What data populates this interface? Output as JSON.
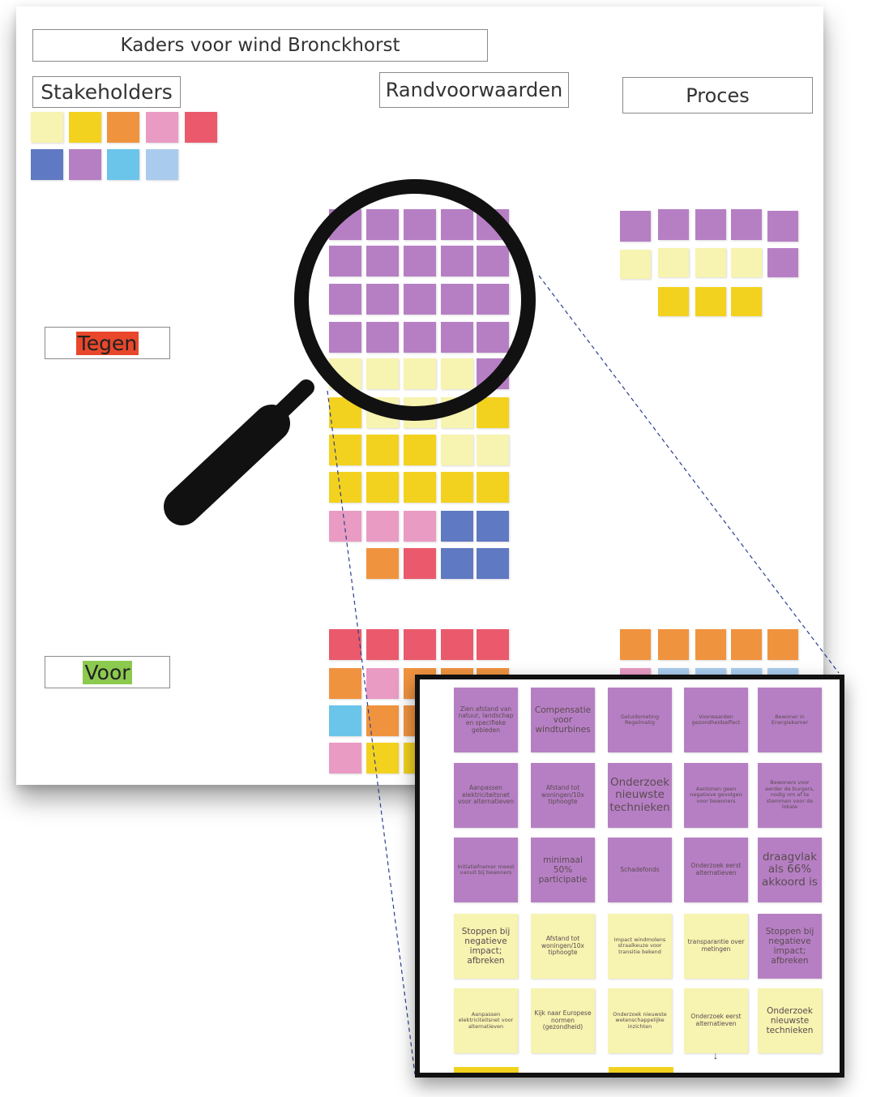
{
  "board": {
    "title": "Kaders voor wind Bronckhorst",
    "sections": {
      "stakeholders": "Stakeholders",
      "randvoorwaarden": "Randvoorwaarden",
      "proces": "Proces"
    },
    "rows": {
      "tegen": "Tegen",
      "voor": "Voor"
    }
  },
  "colors": {
    "purple": "#b67fc4",
    "yellow": "#f3d21f",
    "light_yellow": "#f7f3b0",
    "orange": "#f0933f",
    "pink": "#e99bc4",
    "red": "#ea5a6c",
    "blue": "#5f79c2",
    "light_blue": "#6bc4ea",
    "pale_blue": "#a9ccee",
    "tegen_highlight": "#e8472c",
    "voor_highlight": "#8cc94f"
  },
  "zoom_notes": [
    [
      "Zien afstand van natuur, landschap en specifieke gebieden",
      "Compensatie voor windturbines",
      "Geluidsmeting Regelmatig",
      "Voorwaarden gezondheidseffect",
      "Bewoner in Energiekamer"
    ],
    [
      "Aanpassen elektriciteitsnet voor alternatieven",
      "Afstand tot woningen/10x tiphoogte",
      "Onderzoek nieuwste technieken",
      "Aantonen geen negatieve gevolgen voor bewoners",
      "Bewoners voor eerder de burgers, nodig om af te stemmen voor de lokale"
    ],
    [
      "Initiatiefnemer meest vanuit bij bewoners",
      "minimaal 50% participatie",
      "Schadefonds",
      "Onderzoek eerst alternatieven",
      "draagvlak als 66% akkoord is"
    ],
    [
      "Stoppen bij negatieve impact; afbreken",
      "Afstand tot woningen/10x tiphoogte",
      "Impact windmolens straalkeuze voor transitie bekend",
      "transparantie over metingen",
      "Stoppen bij negatieve impact; afbreken"
    ],
    [
      "Aanpassen elektriciteitsnet voor alternatieven",
      "Kijk naar Europese normen (gezondheid)",
      "Onderzoek nieuwste wetenschappelijke inzichten",
      "Onderzoek eerst alternatieven",
      "Onderzoek nieuwste technieken"
    ]
  ]
}
